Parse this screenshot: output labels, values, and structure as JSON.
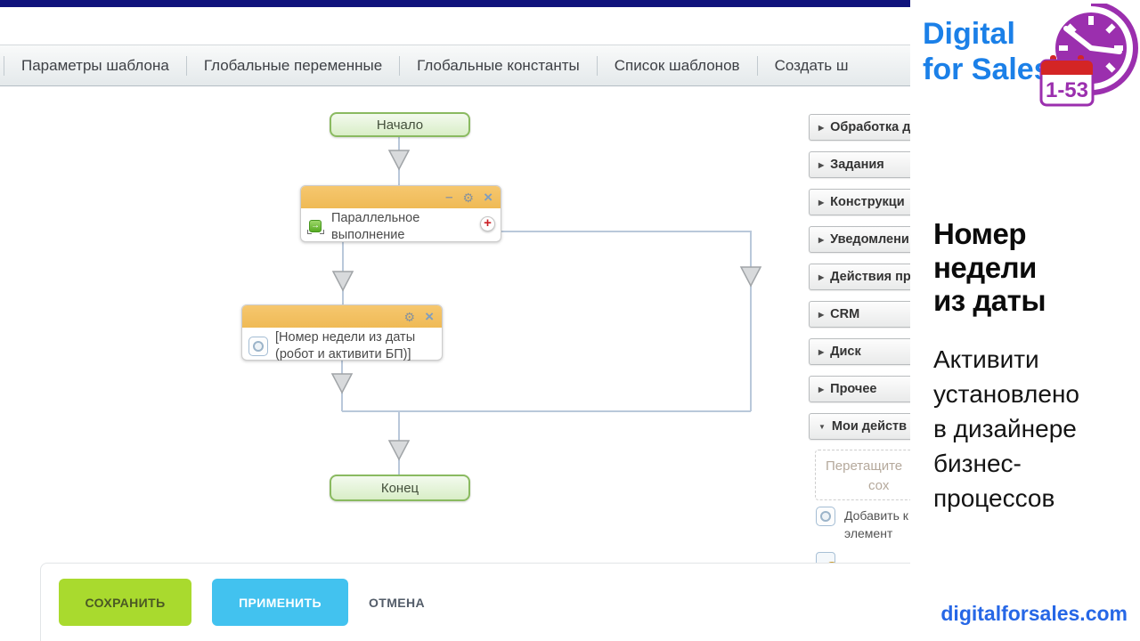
{
  "tabs": [
    "Параметры шаблона",
    "Глобальные переменные",
    "Глобальные константы",
    "Список шаблонов",
    "Создать ш"
  ],
  "flowchart": {
    "start_label": "Начало",
    "end_label": "Конец",
    "parallel_block": {
      "title_line1": "Параллельное",
      "title_line2": "выполнение"
    },
    "activity_block": {
      "title_line1": "[Номер недели из даты",
      "title_line2": "(робот и активити БП)]"
    }
  },
  "icons": {
    "minimize": "–",
    "settings": "⚙",
    "close": "×",
    "add": "+",
    "caret_right": "▶",
    "caret_down": "▼",
    "parallel_arrow": "→"
  },
  "palette": {
    "categories": [
      "Обработка д",
      "Задания",
      "Конструкци",
      "Уведомлени",
      "Действия пр",
      "CRM",
      "Диск",
      "Прочее"
    ],
    "expanded_category": "Мои действ",
    "dropzone_line1": "Перетащите",
    "dropzone_line2": "сох",
    "item_add_line1": "Добавить к",
    "item_add_line2": "элемент"
  },
  "footer": {
    "save": "СОХРАНИТЬ",
    "apply": "ПРИМЕНИТЬ",
    "cancel": "ОТМЕНА"
  },
  "sidebar": {
    "logo_line1": "Digital",
    "logo_line2": "for Sales",
    "badge": "1-53",
    "heading_lines": [
      "Номер",
      "недели",
      "из даты"
    ],
    "body_lines": [
      "Активити",
      "установлено",
      "в дизайнере",
      "бизнес-",
      "процессов"
    ],
    "website": "digitalforsales.com"
  },
  "colors": {
    "topbar_navy": "#10137c",
    "block_header_orange": "#f2bf5e",
    "node_green_border": "#8aba60",
    "save_green": "#a9da2e",
    "apply_blue": "#42c2ef",
    "logo_blue": "#1b80e8",
    "clock_purple": "#9b2fae",
    "calendar_red": "#d42525",
    "link_blue": "#2667e6",
    "connector_blue_gray": "#b9c8da"
  }
}
